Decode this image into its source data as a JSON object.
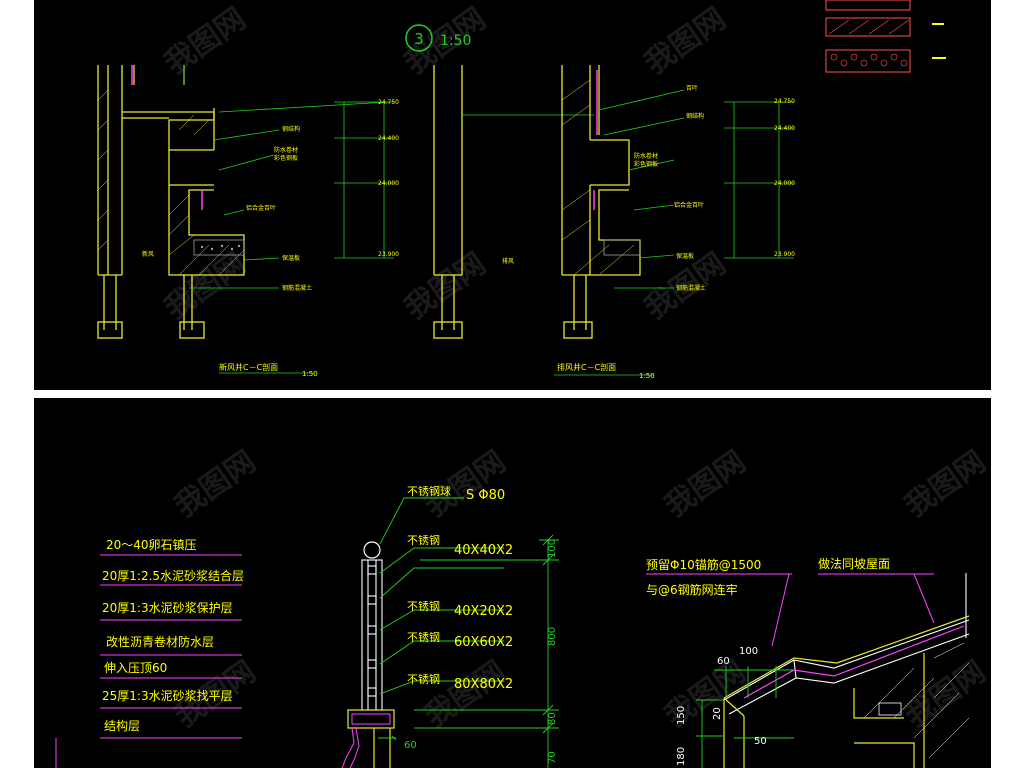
{
  "top": {
    "detail_number": "3",
    "detail_scale": "1:50",
    "caption_left": "新风井C－C剖面",
    "caption_left_scale": "1:50",
    "caption_right": "排风井C－C剖面",
    "caption_right_scale": "1:50"
  },
  "bottom": {
    "layers": [
      "20～40卵石镇压",
      "20厚1:2.5水泥砂浆结合层",
      "20厚1:3水泥砂浆保护层",
      "改性沥青卷材防水层",
      "伸入压顶60",
      "25厚1:3水泥砂浆找平层",
      "结构层"
    ],
    "railing": {
      "label_ball": "不锈钢球",
      "dim_ball": "S Φ80",
      "parts": [
        {
          "label": "不锈钢",
          "size": "40X40X2"
        },
        {
          "label": "不锈钢",
          "size": "40X20X2"
        },
        {
          "label": "不锈钢",
          "size": "60X60X2"
        },
        {
          "label": "不锈钢",
          "size": "80X80X2"
        }
      ],
      "dims": [
        "100",
        "800",
        "80",
        "70"
      ],
      "dim_60": "60"
    },
    "roof": {
      "note1": "预留Φ10锚筋@1500",
      "note2": "与@6钢筋网连牢",
      "note3": "做法同坡屋面",
      "dims": [
        "60",
        "100",
        "150",
        "180",
        "20",
        "50"
      ]
    }
  },
  "colors": {
    "background": "#000000",
    "page": "#ffffff",
    "wall": "#e8e830",
    "dim": "#20d020",
    "leader": "#ff40ff",
    "text": "#ffff00",
    "white": "#ffffff"
  }
}
